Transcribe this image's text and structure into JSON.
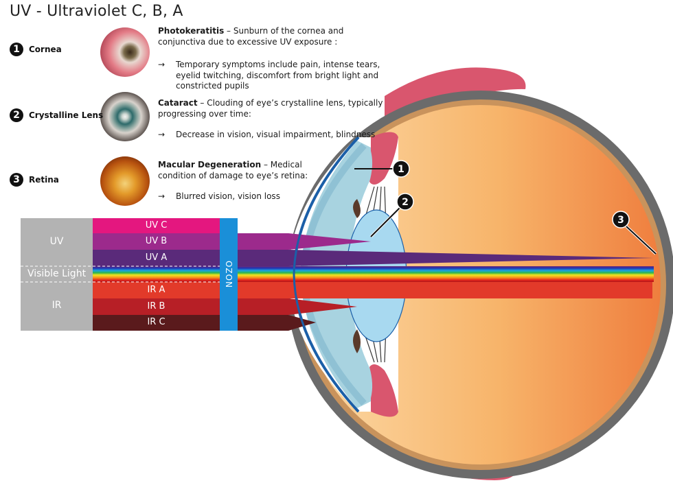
{
  "title": "UV  - Ultraviolet C, B, A",
  "conditions": [
    {
      "num": "1",
      "name": "Cornea",
      "heading_bold": "Photokeratitis",
      "heading_rest": " – Sunburn of the cornea and conjunctiva due to excessive UV exposure :",
      "bullet": "Temporary symptoms include pain, intense tears, eyelid twitching, discomfort from bright light and constricted pupils"
    },
    {
      "num": "2",
      "name": "Crystalline Lens",
      "heading_bold": "Cataract",
      "heading_rest": " – Clouding of eye’s crystalline lens, typically progressing over time:",
      "bullet": "Decrease in vision, visual impairment, blindness"
    },
    {
      "num": "3",
      "name": "Retina",
      "heading_bold": "Macular Degeneration",
      "heading_rest": " – Medical condition of damage to eye’s retina:",
      "bullet": "Blurred vision, vision loss"
    }
  ],
  "arrow_glyph": "→",
  "spectrum": {
    "groups": {
      "uv": "UV",
      "visible": "Visible Light",
      "ir": "IR"
    },
    "bands": [
      "UV C",
      "UV B",
      "UV A",
      "IR A",
      "IR B",
      "IR C"
    ],
    "ozone": "OZON"
  },
  "eye_markers": [
    "1",
    "2",
    "3"
  ],
  "colors": {
    "uvc": "#e4177f",
    "uvb": "#9c2a8c",
    "uva": "#5a2a7a",
    "ira": "#e23a2a",
    "irb": "#b71f26",
    "irc": "#5a1a1c",
    "ozone": "#1a8fd8",
    "group_gray": "#b3b3b3",
    "eye_orange": "#f5a25a",
    "sclera": "#6b6b6b",
    "lid_pink": "#d9566e"
  }
}
